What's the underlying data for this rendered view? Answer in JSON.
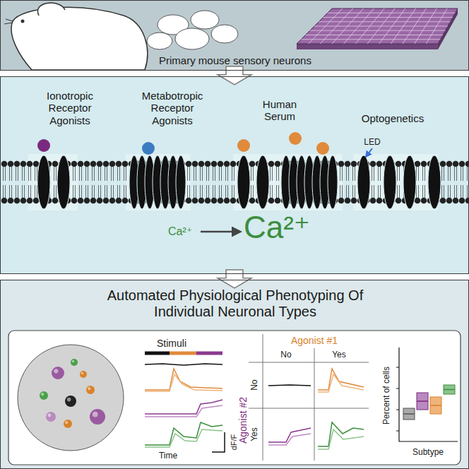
{
  "diagram": {
    "nodes": [
      {
        "text": [
          "Primary mouse sensory neurons"
        ]
      },
      {
        "text": [
          "Ionotropic Receptor Agonists",
          "Metabotropic Receptor Agonists",
          "Human Serum",
          "Optogenetics"
        ]
      },
      {
        "text": [
          "Automated Physiological Phenotyping Of Individual Neuronal Types"
        ]
      }
    ],
    "edges": [
      {
        "from": 0,
        "to": 1,
        "arrow": "to"
      },
      {
        "from": 1,
        "to": 2,
        "arrow": "to"
      }
    ],
    "labels": [
      "LED",
      "Ca²⁺",
      "Ca²⁺",
      "Stimuli",
      "Agonist #1",
      "No",
      "Yes",
      "Agonist #2",
      "No",
      "Yes",
      "dF/F",
      "Time",
      "Percent of cells",
      "Subtype"
    ]
  }
}
